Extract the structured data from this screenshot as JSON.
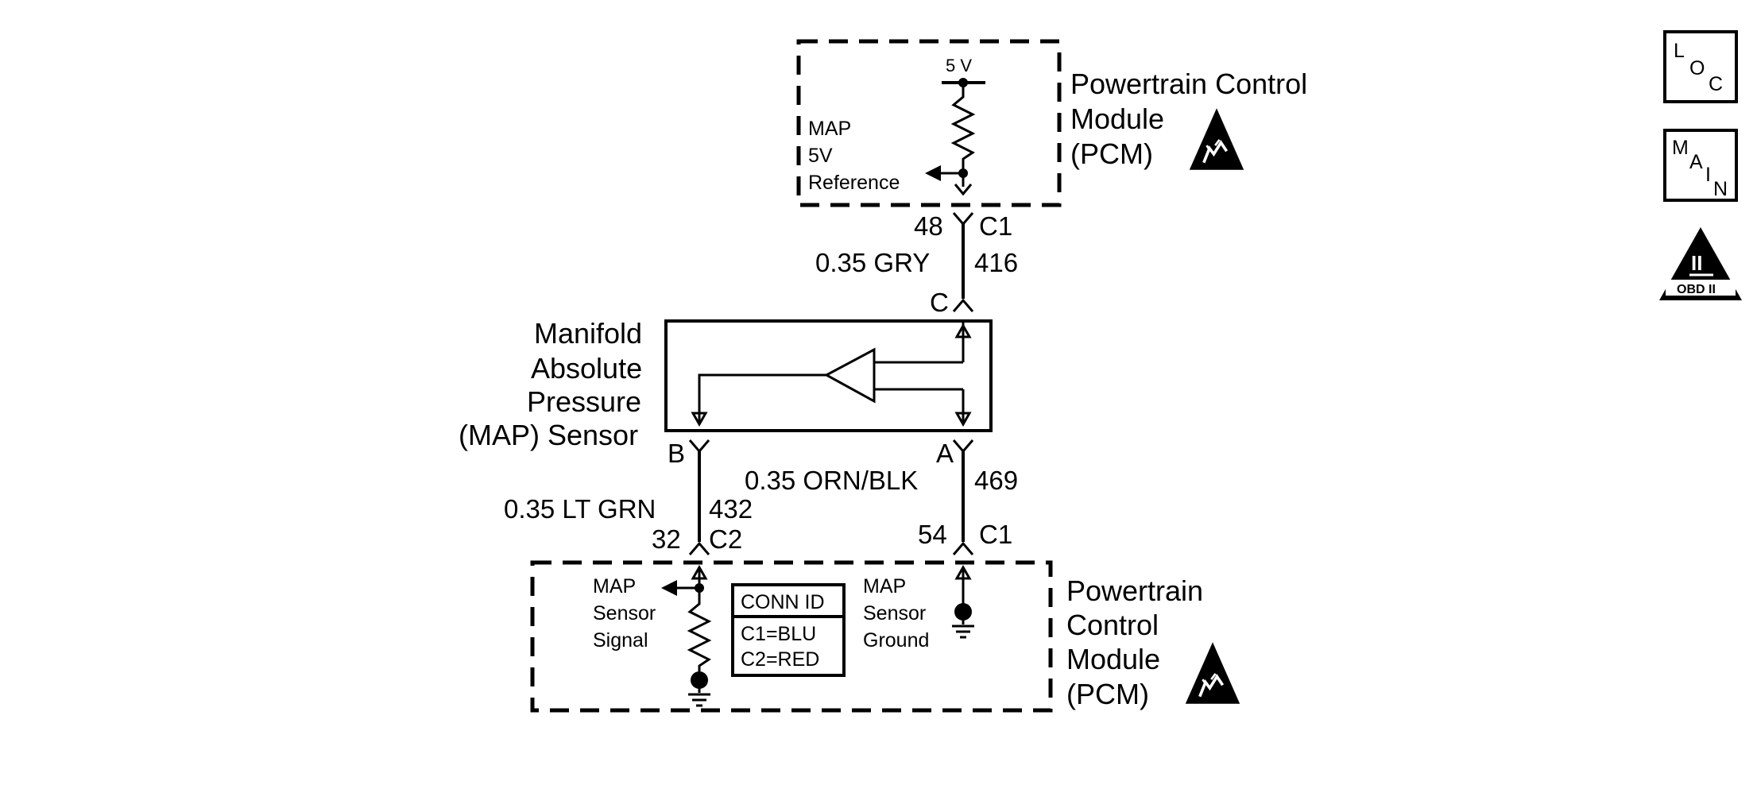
{
  "top_pcm": {
    "supply_label": "5 V",
    "circuit_label_lines": [
      "MAP",
      "5V",
      "Reference"
    ],
    "title_lines": [
      "Powertrain Control",
      "Module",
      "(PCM)"
    ]
  },
  "wire_416": {
    "pin": "48",
    "connector": "C1",
    "wire": "0.35 GRY",
    "circuit": "416",
    "sensor_terminal": "C"
  },
  "map_sensor": {
    "title_lines": [
      "Manifold",
      "Absolute",
      "Pressure",
      "(MAP) Sensor"
    ],
    "terminal_left": "B",
    "terminal_right": "A"
  },
  "wire_432": {
    "wire": "0.35 LT GRN",
    "circuit": "432",
    "pin": "32",
    "connector": "C2"
  },
  "wire_469": {
    "wire": "0.35 ORN/BLK",
    "circuit": "469",
    "pin": "54",
    "connector": "C1"
  },
  "bottom_pcm": {
    "signal_label_lines": [
      "MAP",
      "Sensor",
      "Signal"
    ],
    "ground_label_lines": [
      "MAP",
      "Sensor",
      "Ground"
    ],
    "conn_id": {
      "header": "CONN ID",
      "rows": [
        "C1=BLU",
        "C2=RED"
      ]
    },
    "title_lines": [
      "Powertrain",
      "Control",
      "Module",
      "(PCM)"
    ]
  },
  "side_icons": {
    "loc_letters": [
      "L",
      "O",
      "C"
    ],
    "main_letters": [
      "M",
      "A",
      "I",
      "N"
    ],
    "obd_numeral": "II",
    "obd_label": "OBD II"
  }
}
